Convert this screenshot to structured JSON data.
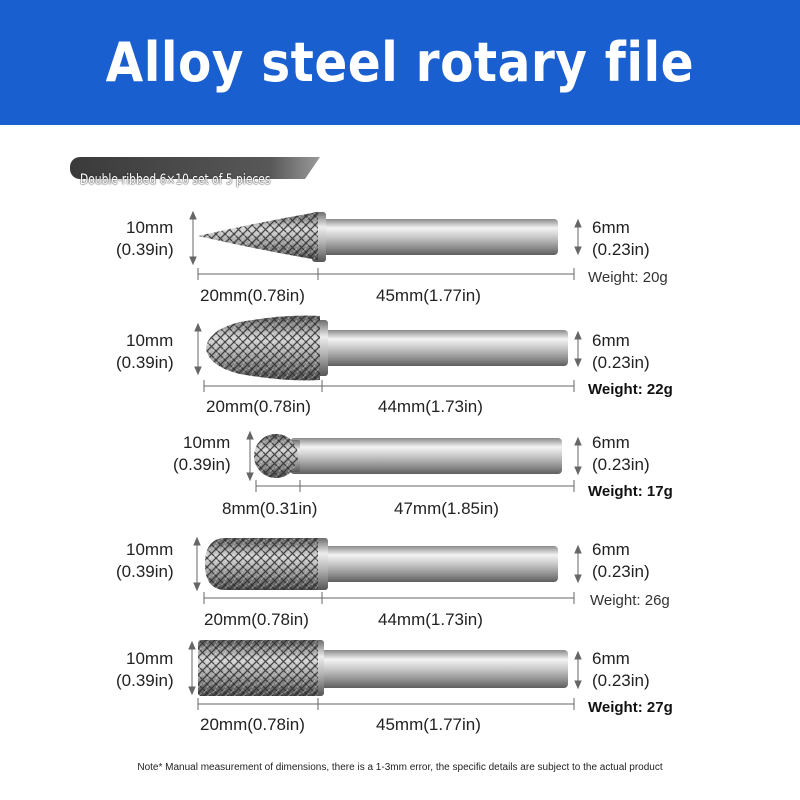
{
  "header": {
    "title": "Alloy steel rotary file"
  },
  "subtitle": "Double-ribbed 6×10 set of 5 pieces",
  "bits": [
    {
      "shape": "tree-pointed",
      "head_mm": "10mm",
      "head_in": "(0.39in)",
      "shank_mm": "6mm",
      "shank_in": "(0.23in)",
      "weight": "Weight: 20g",
      "cut_length": "20mm(0.78in)",
      "shank_length": "45mm(1.77in)"
    },
    {
      "shape": "tree-rounded",
      "head_mm": "10mm",
      "head_in": "(0.39in)",
      "shank_mm": "6mm",
      "shank_in": "(0.23in)",
      "weight": "Weight: 22g",
      "cut_length": "20mm(0.78in)",
      "shank_length": "44mm(1.73in)"
    },
    {
      "shape": "ball",
      "head_mm": "10mm",
      "head_in": "(0.39in)",
      "shank_mm": "6mm",
      "shank_in": "(0.23in)",
      "weight": "Weight: 17g",
      "cut_length": "8mm(0.31in)",
      "shank_length": "47mm(1.85in)"
    },
    {
      "shape": "cylinder-ball-nose",
      "head_mm": "10mm",
      "head_in": "(0.39in)",
      "shank_mm": "6mm",
      "shank_in": "(0.23in)",
      "weight": "Weight: 26g",
      "cut_length": "20mm(0.78in)",
      "shank_length": "44mm(1.73in)"
    },
    {
      "shape": "cylinder",
      "head_mm": "10mm",
      "head_in": "(0.39in)",
      "shank_mm": "6mm",
      "shank_in": "(0.23in)",
      "weight": "Weight: 27g",
      "cut_length": "20mm(0.78in)",
      "shank_length": "45mm(1.77in)"
    }
  ],
  "note": "Note* Manual measurement of dimensions, there is a 1-3mm error, the specific details are subject to the actual product",
  "colors": {
    "banner": "#1a5fd0",
    "title": "#ffffff"
  }
}
